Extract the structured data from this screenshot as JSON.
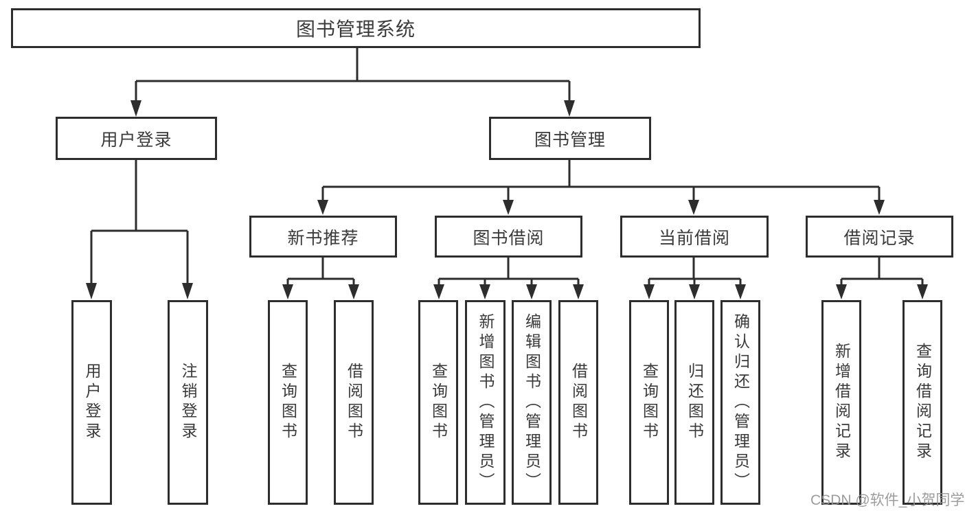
{
  "diagram": {
    "tree": {
      "label": "图书管理系统",
      "children": [
        {
          "label": "用户登录",
          "children": [
            {
              "label": "用户登录"
            },
            {
              "label": "注销登录"
            }
          ]
        },
        {
          "label": "图书管理",
          "children": [
            {
              "label": "新书推荐",
              "children": [
                {
                  "label": "查询图书"
                },
                {
                  "label": "借阅图书"
                }
              ]
            },
            {
              "label": "图书借阅",
              "children": [
                {
                  "label": "查询图书"
                },
                {
                  "label": "新增图书（管理员）"
                },
                {
                  "label": "编辑图书（管理员）"
                },
                {
                  "label": "借阅图书"
                }
              ]
            },
            {
              "label": "当前借阅",
              "children": [
                {
                  "label": "查询图书"
                },
                {
                  "label": "归还图书"
                },
                {
                  "label": "确认归还（管理员）"
                }
              ]
            },
            {
              "label": "借阅记录",
              "children": [
                {
                  "label": "新增借阅记录"
                },
                {
                  "label": "查询借阅记录"
                }
              ]
            }
          ]
        }
      ]
    },
    "colors": {
      "line": "#2d2d2d",
      "text": "#3a3a3a",
      "background": "#ffffff",
      "watermark": "#949494"
    }
  },
  "watermark": "CSDN @软件_小贺同学"
}
